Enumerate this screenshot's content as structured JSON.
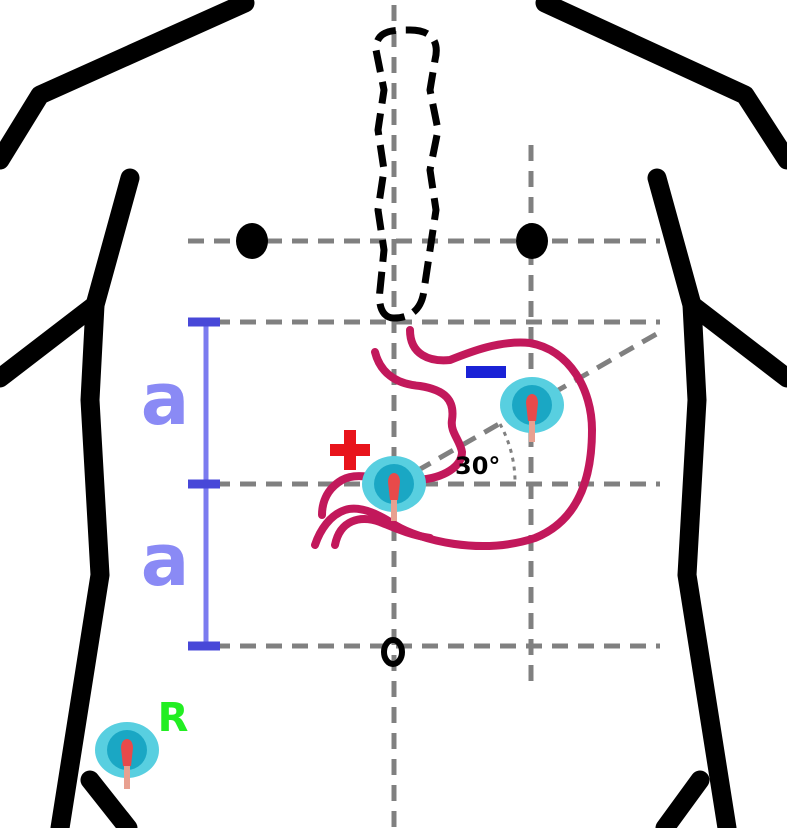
{
  "labels": {
    "segment_top": "a",
    "segment_bottom": "a",
    "angle": "30°",
    "reference_electrode": "R"
  },
  "colors": {
    "body_outline": "#000000",
    "grid_lines": "#808080",
    "stomach": "#c2185b",
    "measure_bar": "#7b7bef",
    "positive": "#e8141b",
    "negative": "#1a22d6",
    "electrode_outer": "#58cfe0",
    "electrode_inner": "#1aa7c4",
    "lead": "#e8a090",
    "reference_text": "#22ee22"
  },
  "electrodes": [
    {
      "id": "positive-electrode",
      "polarity": "+"
    },
    {
      "id": "negative-electrode",
      "polarity": "-"
    },
    {
      "id": "reference-electrode",
      "polarity": "R"
    }
  ]
}
